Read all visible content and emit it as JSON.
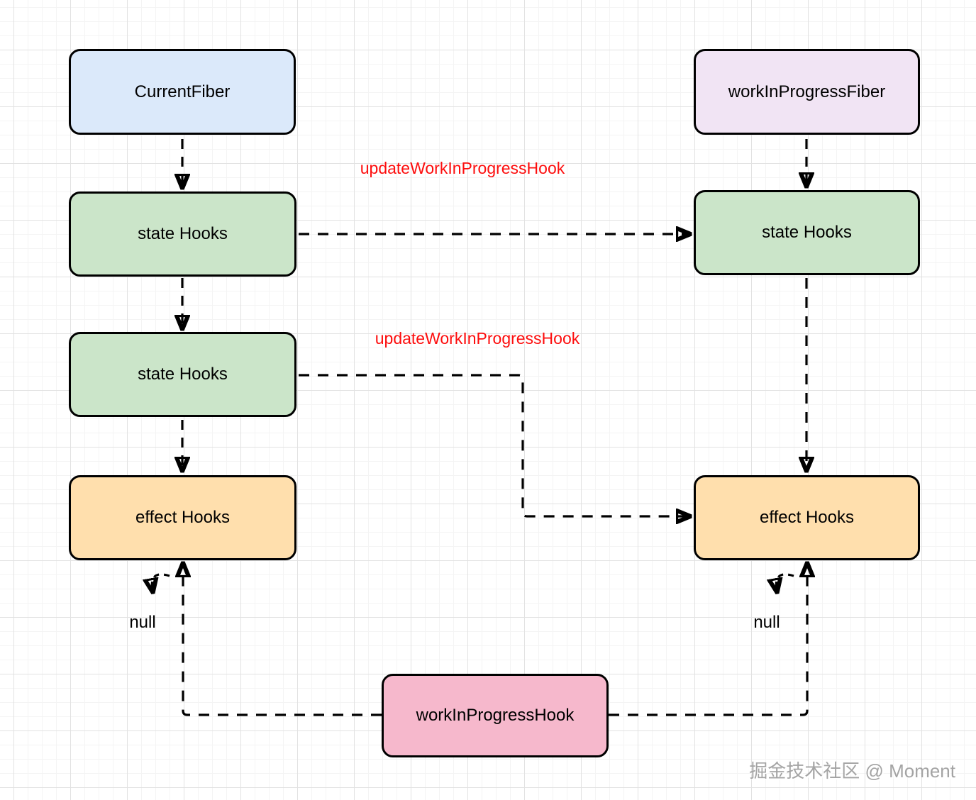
{
  "watermark": "掘金技术社区 @ Moment",
  "nodes": {
    "current_fiber": "CurrentFiber",
    "work_in_progress_fiber": "workInProgressFiber",
    "state_hooks_left_1": "state Hooks",
    "state_hooks_left_2": "state Hooks",
    "effect_hooks_left": "effect Hooks",
    "state_hooks_right": "state Hooks",
    "effect_hooks_right": "effect Hooks",
    "work_in_progress_hook": "workInProgressHook"
  },
  "edge_labels": {
    "update_hook_top": "updateWorkInProgressHook",
    "update_hook_middle": "updateWorkInProgressHook",
    "null_left": "null",
    "null_right": "null"
  },
  "colors": {
    "current_fiber_fill": "#dbe9fa",
    "work_in_progress_fiber_fill": "#f1e4f4",
    "state_hooks_fill": "#cbe5c9",
    "effect_hooks_fill": "#ffdfad",
    "work_in_progress_hook_fill": "#f6b8cc",
    "edge_label_red": "#fd0d0d",
    "stroke_black": "#000000",
    "grid_minor": "#f4f4f4",
    "grid_major": "#e2e2e2"
  }
}
